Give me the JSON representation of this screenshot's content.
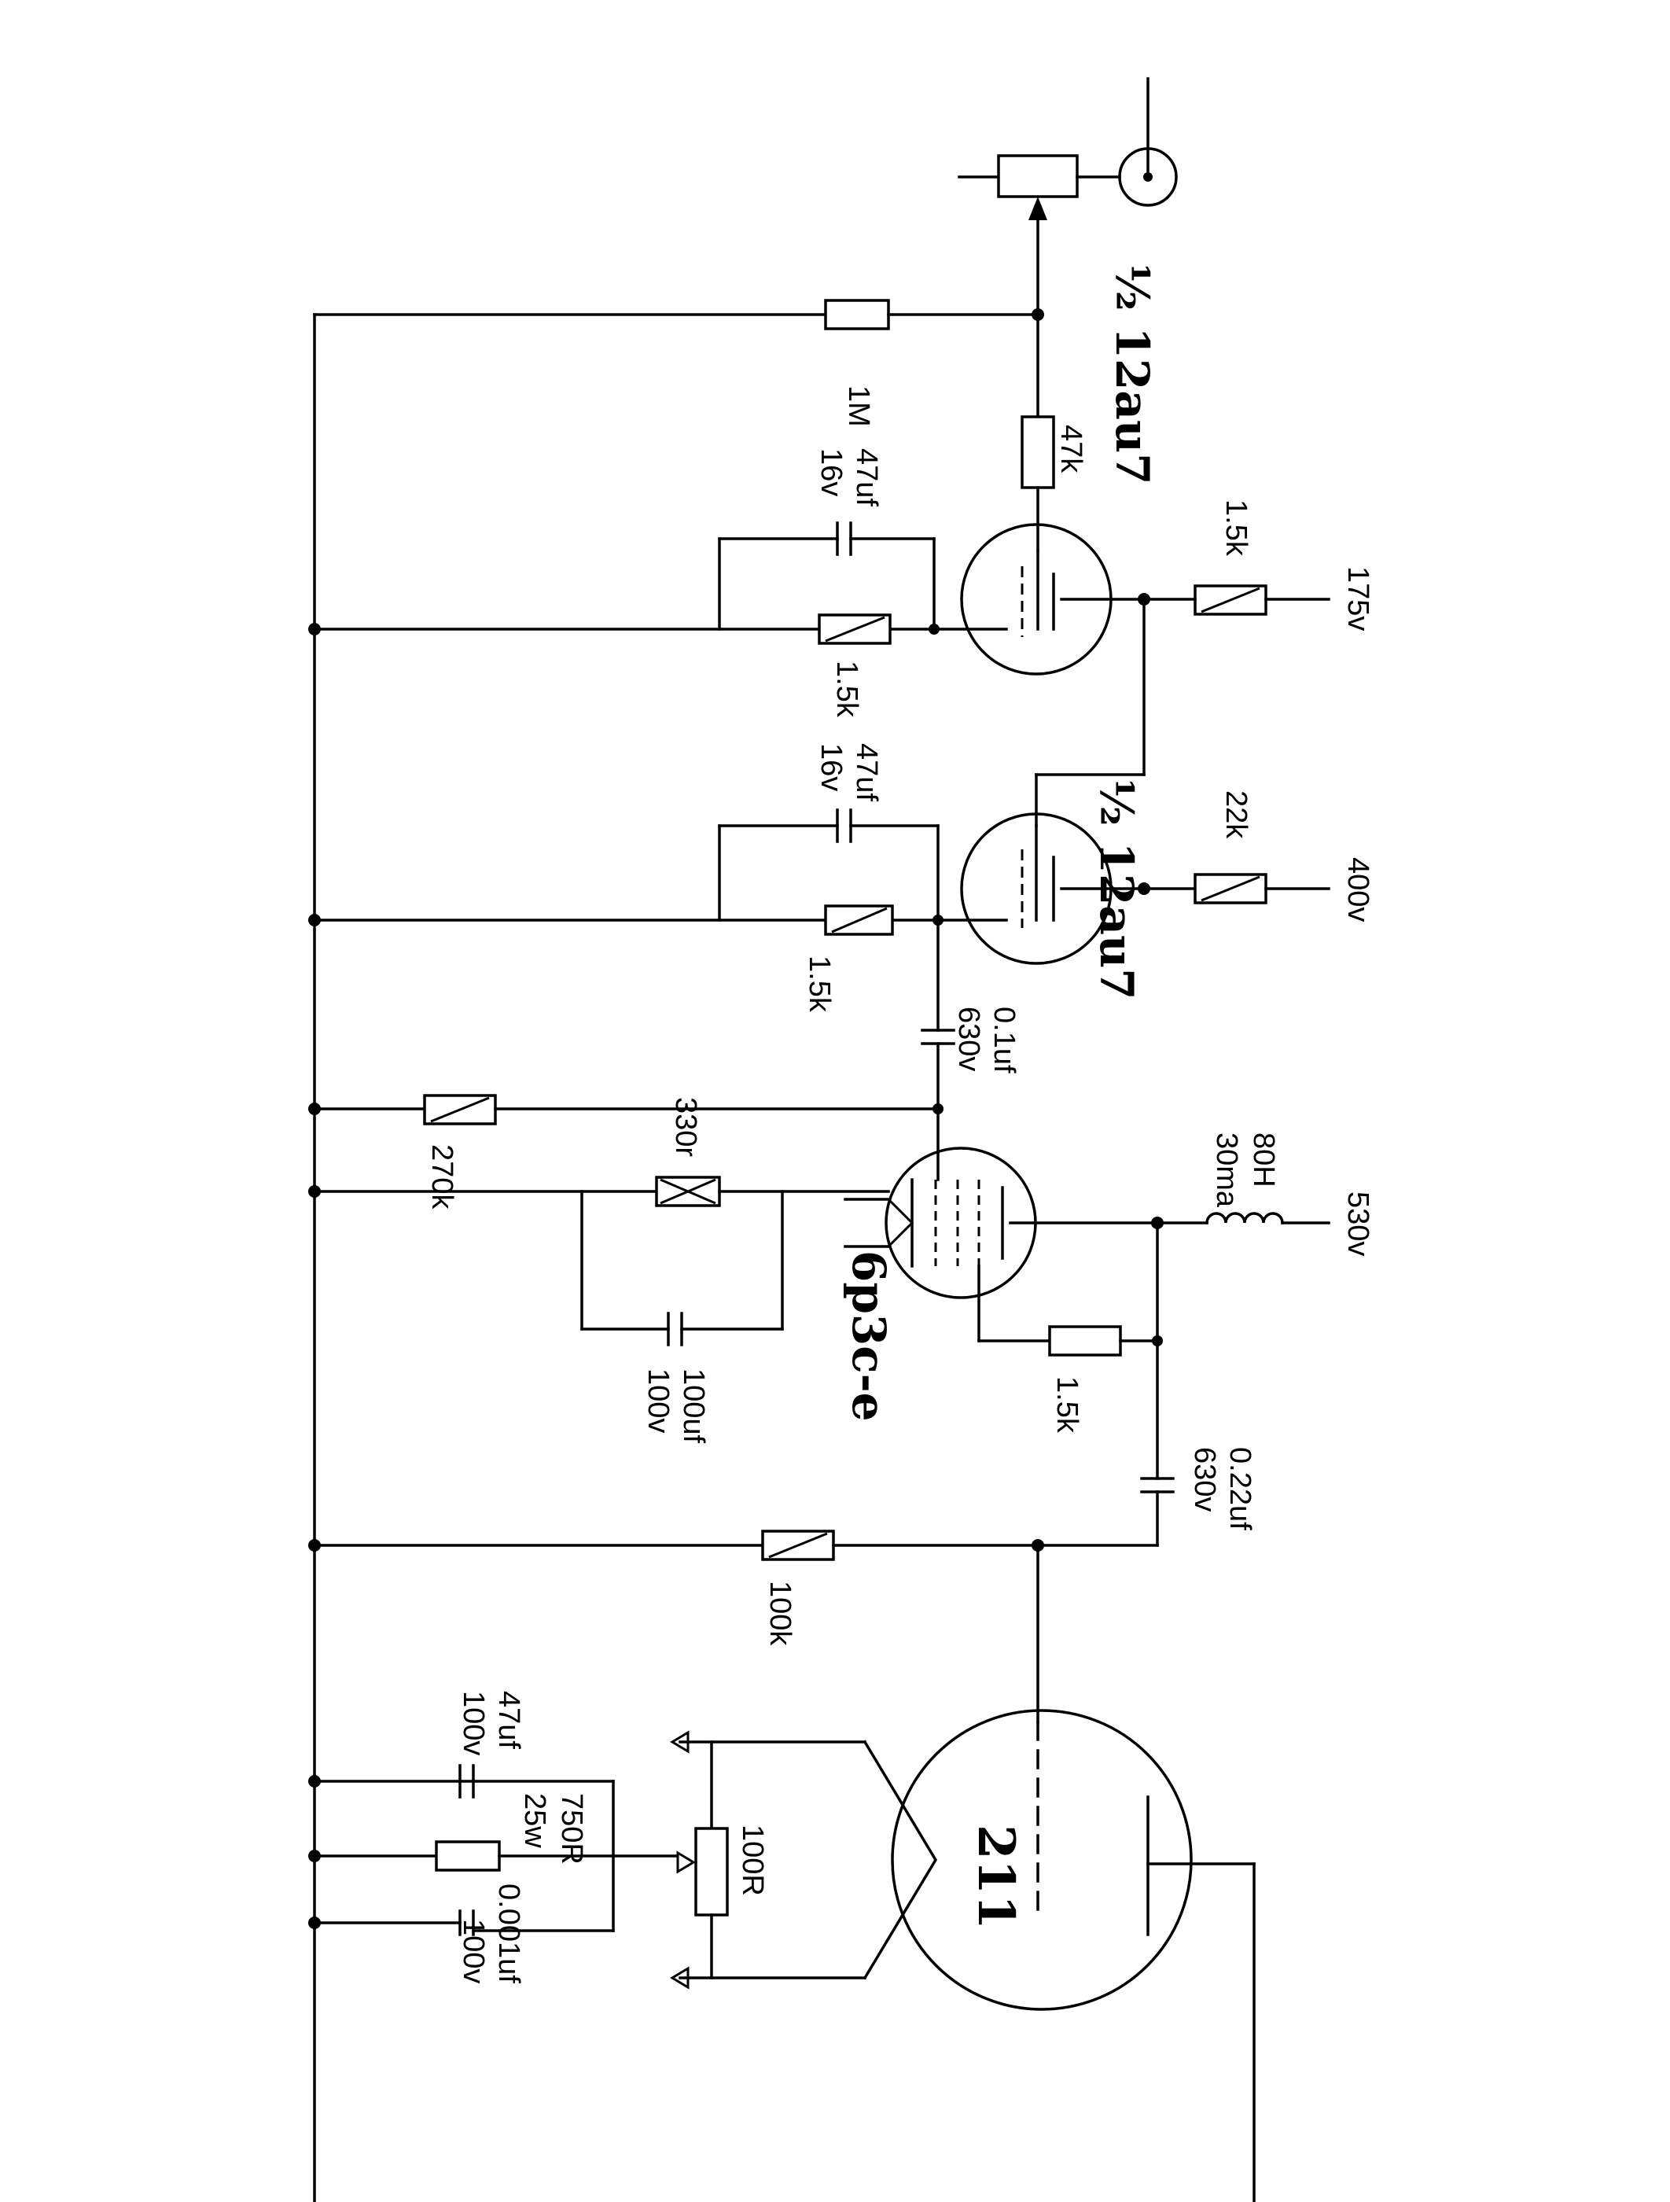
{
  "tubes": {
    "v1a": "½ 12au7",
    "v1b": "½ 12au7",
    "v2": "6p3c-e",
    "v3": "211"
  },
  "labels": {
    "r_grid": "1M",
    "r_grid_stop": "47k",
    "c1": "47uf",
    "c1_v": "16v",
    "rk1": "1.5k",
    "rp1": "1.5k",
    "b1": "175v",
    "c2": "47uf",
    "c2_v": "16v",
    "rk2": "1.5k",
    "rp2": "22k",
    "b2": "400v",
    "cc1": "0.1uf",
    "cc1_v": "630v",
    "rg2": "270k",
    "rk3": "330r",
    "ck3": "100uf",
    "ck3_v": "100v",
    "choke": "80H",
    "choke_i": "30ma",
    "b3": "530v",
    "rs3": "1.5k",
    "cc2": "0.22uf",
    "cc2_v": "630v",
    "rg3": "100k",
    "c211": "47uf",
    "c211_v": "100v",
    "rk211": "750R",
    "rk211_w": "25w",
    "cb": "0.001uf",
    "cb_v": "100v",
    "hum_pot": "100R"
  }
}
